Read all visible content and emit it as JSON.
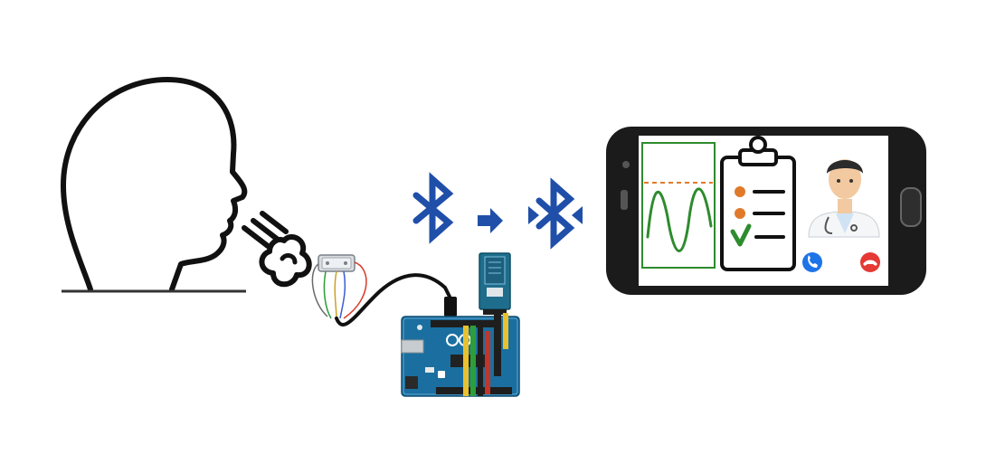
{
  "diagram": {
    "components": [
      {
        "id": "person",
        "kind": "human-head-profile"
      },
      {
        "id": "breath",
        "kind": "exhaled-breath"
      },
      {
        "id": "sensor",
        "kind": "breath-sensor-module"
      },
      {
        "id": "microcontroller",
        "kind": "arduino-uno-board"
      },
      {
        "id": "bt-module",
        "kind": "bluetooth-module-hc05"
      },
      {
        "id": "bt-transmit",
        "kind": "bluetooth-symbol"
      },
      {
        "id": "bt-receive",
        "kind": "bluetooth-pairing-symbol"
      },
      {
        "id": "smartphone",
        "kind": "telemedicine-app-screen"
      }
    ],
    "flow": [
      "person",
      "breath",
      "sensor",
      "microcontroller",
      "bt-module",
      "bt-transmit",
      "bt-receive",
      "smartphone"
    ],
    "colors": {
      "outline": "#111111",
      "bluetooth": "#1f4fa8",
      "waveform": "#2e8b2e",
      "threshold": "#e07a2a",
      "call_accept": "#1e73e8",
      "call_reject": "#e53935",
      "board": "#1a6fa0",
      "phone_body": "#1b1b1b"
    }
  }
}
